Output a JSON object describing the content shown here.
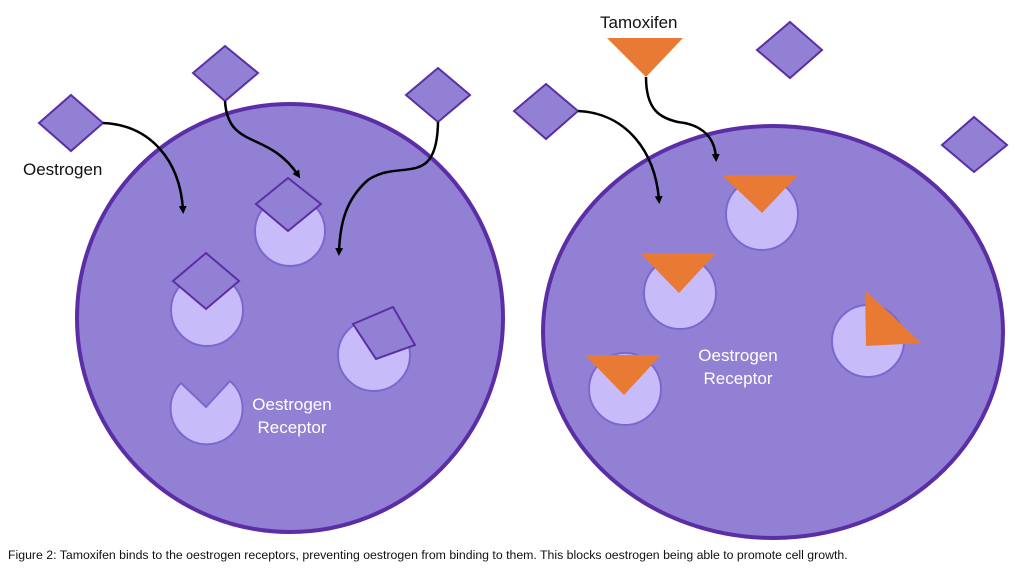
{
  "labels": {
    "oestrogen": "Oestrogen",
    "tamoxifen": "Tamoxifen",
    "receptor_line1": "Oestrogen",
    "receptor_line2": "Receptor"
  },
  "caption": "Figure 2: Tamoxifen binds to the oestrogen receptors, preventing oestrogen from binding to them. This blocks oestrogen being able to promote cell growth.",
  "colors": {
    "cell_fill": "#9180d4",
    "cell_stroke": "#5b2ea6",
    "receptor_fill": "#c7bbfa",
    "receptor_stroke": "#7c68cc",
    "oestrogen_fill": "#9180d4",
    "oestrogen_stroke": "#5b2ea6",
    "tamoxifen_fill": "#e97a33",
    "arrow": "#000000"
  },
  "panels": [
    {
      "name": "oestrogen-binding-cell",
      "description": "Oestrogen binds to oestrogen receptors"
    },
    {
      "name": "tamoxifen-blocking-cell",
      "description": "Tamoxifen occupies the oestrogen receptors"
    }
  ]
}
